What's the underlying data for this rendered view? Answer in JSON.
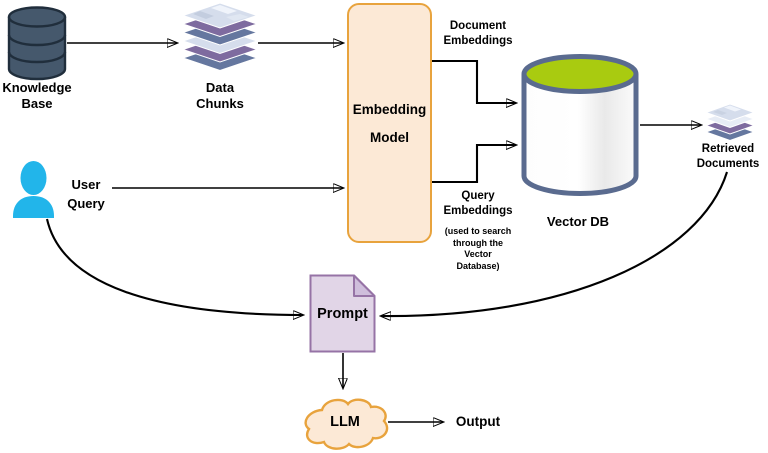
{
  "colors": {
    "bg": "#ffffff",
    "line": "#000000",
    "kb-fill": "#45586C",
    "layer-purple": "#7E6B9F",
    "layer-blue": "#65779F",
    "embed-fill": "#FCE9D6",
    "embed-stroke": "#E8A33D",
    "vector-stroke": "#5A6B8F",
    "vector-top": "#A9CB10",
    "user-fill": "#22B5EA",
    "prompt-fill": "#E1D5E7",
    "prompt-stroke": "#9673A6"
  },
  "nodes": {
    "knowledge_base": {
      "label": "Knowledge\nBase"
    },
    "data_chunks": {
      "label": "Data\nChunks"
    },
    "embedding_model": {
      "line1": "Embedding",
      "line2": "Model"
    },
    "document_embeddings": {
      "label": "Document\nEmbeddings"
    },
    "query_embeddings": {
      "label": "Query\nEmbeddings",
      "note": "(used to search\nthrough the\nVector\nDatabase)"
    },
    "vector_db": {
      "label": "Vector DB"
    },
    "retrieved_documents": {
      "label": "Retrieved\nDocuments"
    },
    "user_query": {
      "label": "User\nQuery"
    },
    "prompt": {
      "label": "Prompt"
    },
    "llm": {
      "label": "LLM"
    },
    "output": {
      "label": "Output"
    }
  }
}
